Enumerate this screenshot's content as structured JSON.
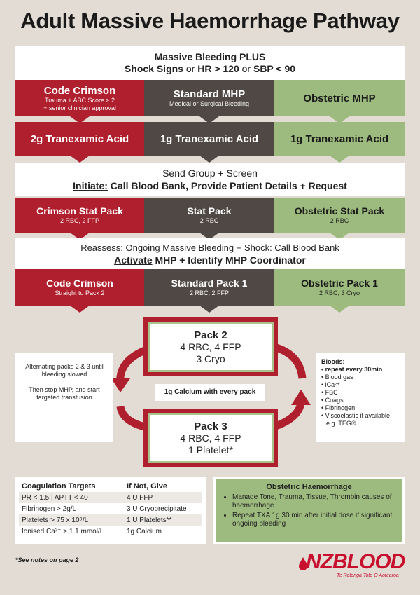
{
  "title": "Adult Massive Haemorrhage Pathway",
  "trigger": {
    "line1": "Massive Bleeding PLUS",
    "line2_a": "Shock Signs",
    "line2_or1": " or ",
    "line2_b": "HR > 120",
    "line2_or2": " or ",
    "line2_c": "SBP < 90"
  },
  "pathways": [
    {
      "label": "Code Crimson",
      "sub1": "Trauma + ABC Score ≥ 2",
      "sub2": "+ senior clinician approval"
    },
    {
      "label": "Standard MHP",
      "sub1": "Medical or Surgical Bleeding"
    },
    {
      "label": "Obstetric MHP"
    }
  ],
  "txa": [
    "2g Tranexamic Acid",
    "1g Tranexamic Acid",
    "1g Tranexamic Acid"
  ],
  "initiate": {
    "line1": "Send Group + Screen",
    "keyword": "Initiate:",
    "rest": " Call Blood Bank, Provide Patient Details + Request"
  },
  "stat_packs": [
    {
      "label": "Crimson Stat Pack",
      "sub": "2 RBC, 2 FFP"
    },
    {
      "label": "Stat Pack",
      "sub": "2 RBC"
    },
    {
      "label": "Obstetric Stat Pack",
      "sub": "2 RBC"
    }
  ],
  "reassess": {
    "line1": "Reassess: Ongoing Massive Bleeding + Shock: Call Blood Bank",
    "keyword": "Activate",
    "rest": " MHP + Identify MHP Coordinator"
  },
  "pack1": [
    {
      "label": "Code Crimson",
      "sub": "Straight to Pack 2"
    },
    {
      "label": "Standard Pack 1",
      "sub": "2 RBC, 2 FFP"
    },
    {
      "label": "Obstetric Pack 1",
      "sub": "2 RBC, 3 Cryo"
    }
  ],
  "pack2": {
    "title": "Pack 2",
    "line1": "4 RBC, 4 FFP",
    "line2": "3 Cryo"
  },
  "pack3": {
    "title": "Pack 3",
    "line1": "4 RBC, 4 FFP",
    "line2": "1 Platelet*"
  },
  "calcium": "1g Calcium with every pack",
  "left_note": {
    "p1": "Alternating packs 2 & 3 until bleeding slowed",
    "p2": "Then stop MHP, and start targeted transfusion"
  },
  "bloods": {
    "title": "Bloods:",
    "items": [
      "repeat every 30min",
      "Blood gas",
      "iCa²⁺",
      "FBC",
      "Coags",
      "Fibrinogen",
      "Viscoelastic if available e.g. TEG®"
    ]
  },
  "coagulation": {
    "headers": [
      "Coagulation Targets",
      "If Not, Give"
    ],
    "rows": [
      [
        "PR < 1.5 | APTT < 40",
        "4 U FFP"
      ],
      [
        "Fibrinogen > 2g/L",
        "3 U Cryoprecipitate"
      ],
      [
        "Platelets > 75 x 10⁹/L",
        "1 U Platelets**"
      ],
      [
        "Ionised Ca²⁺ > 1.1 mmol/L",
        "1g Calcium"
      ]
    ]
  },
  "obstetric": {
    "title": "Obstetric Haemorrhage",
    "items": [
      "Manage Tone, Trauma, Tissue, Thrombin causes of haemorrhage",
      "Repeat TXA 1g 30 min after initial dose if significant ongoing bleeding"
    ]
  },
  "footnote": "*See notes on page 2",
  "logo": {
    "nz": "NZ",
    "blood": "BLOOD",
    "tagline": "Te Ratonga Toto O Aotearoa"
  },
  "colors": {
    "crimson": "#b01f2d",
    "standard": "#4f4845",
    "obstetric": "#9dbb7e",
    "background": "#e2dcd4"
  }
}
